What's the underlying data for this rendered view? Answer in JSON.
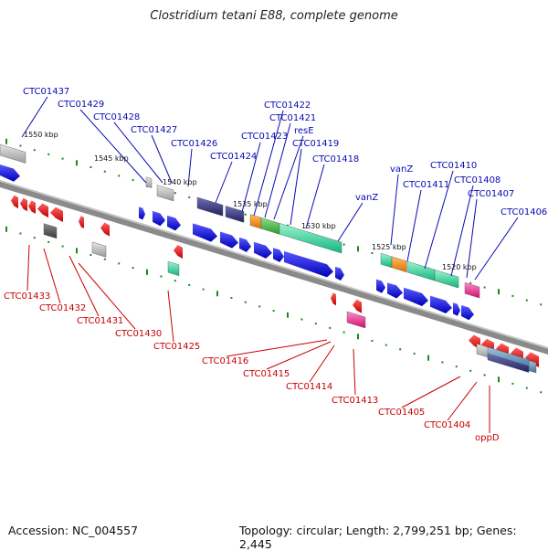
{
  "title": "Clostridium tetani E88, complete genome",
  "footer": {
    "accession": "Accession: NC_004557",
    "summary": "Topology: circular; Length: 2,799,251 bp; Genes: 2,445"
  },
  "scale_labels": [
    "1550 kbp",
    "1545 kbp",
    "1540 kbp",
    "1535 kbp",
    "1530 kbp",
    "1525 kbp",
    "1520 kbp"
  ],
  "forward_genes": [
    "CTC01437",
    "CTC01429",
    "CTC01428",
    "CTC01427",
    "CTC01426",
    "CTC01424",
    "CTC01423",
    "CTC01422",
    "CTC01421",
    "resE",
    "CTC01419",
    "CTC01418",
    "vanZ",
    "vanZ",
    "CTC01411",
    "CTC01410",
    "CTC01408",
    "CTC01407",
    "CTC01406"
  ],
  "reverse_genes": [
    "CTC01433",
    "CTC01432",
    "CTC01431",
    "CTC01430",
    "CTC01425",
    "CTC01416",
    "CTC01415",
    "CTC01414",
    "CTC01413",
    "CTC01405",
    "CTC01404",
    "oppD"
  ],
  "colors": {
    "forward_label": "#0a0ab4",
    "reverse_label": "#c80000",
    "forward_arrow": "#0a0ae6",
    "reverse_arrow": "#e60000",
    "backbone": "#808080",
    "tick": "#1a8a1a"
  }
}
